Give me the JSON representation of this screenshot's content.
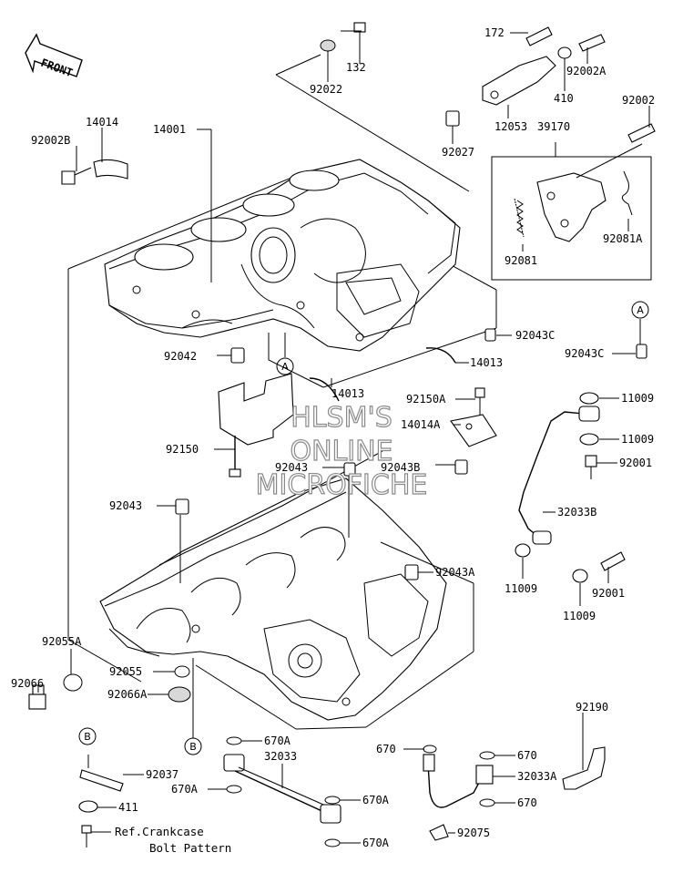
{
  "front_arrow": {
    "label": "FRONT"
  },
  "watermark": {
    "lines": [
      "HLSM'S",
      "ONLINE",
      "MICROFICHE"
    ]
  },
  "reference_note": {
    "lines": [
      "Ref.Crankcase",
      "Bolt Pattern"
    ]
  },
  "markers": {
    "a1": "A",
    "a2": "A",
    "b1": "B",
    "b2": "B"
  },
  "parts": {
    "p172": "172",
    "p132": "132",
    "p92002A": "92002A",
    "p92022": "92022",
    "p410": "410",
    "p12053": "12053",
    "p14014": "14014",
    "p14001": "14001",
    "p92002B": "92002B",
    "p92027": "92027",
    "p92002": "92002",
    "p39170": "39170",
    "p92081A": "92081A",
    "p92081": "92081",
    "p92043C_1": "92043C",
    "p92043C_2": "92043C",
    "p92042": "92042",
    "p14013_1": "14013",
    "p14013_2": "14013",
    "p92150A": "92150A",
    "p14014A": "14014A",
    "p11009_1": "11009",
    "p11009_2": "11009",
    "p92150": "92150",
    "p92043_1": "92043",
    "p92043B": "92043B",
    "p92001_1": "92001",
    "p92043_2": "92043",
    "p32033B": "32033B",
    "p92043A": "92043A",
    "p11009_3": "11009",
    "p92001_2": "92001",
    "p11009_4": "11009",
    "p92055A": "92055A",
    "p92066": "92066",
    "p92055": "92055",
    "p92066A": "92066A",
    "p92190": "92190",
    "p670A_1": "670A",
    "p32033": "32033",
    "p670_1": "670",
    "p670_2": "670",
    "p92037": "92037",
    "p670A_2": "670A",
    "p670A_3": "670A",
    "p32033A": "32033A",
    "p411": "411",
    "p670_3": "670",
    "p92075": "92075",
    "p670A_4": "670A"
  }
}
